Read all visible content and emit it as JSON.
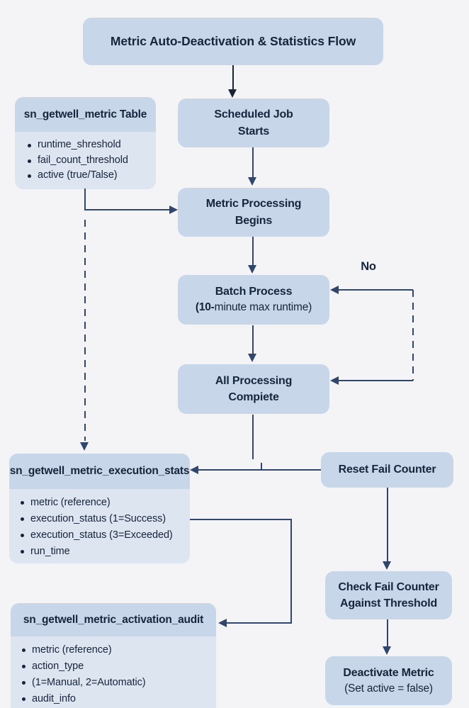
{
  "colors": {
    "background": "#f4f4f6",
    "node_fill": "#c7d7e9",
    "table_body_fill": "#dde5f1",
    "line": "#31466b",
    "dark_arrow": "#1b2433",
    "text": "#16243c"
  },
  "title": "Metric Auto-Deactivation & Statistics Flow",
  "edge_labels": {
    "no": "No"
  },
  "flow_nodes": {
    "scheduled_job": {
      "line1": "Scheduled Job",
      "line2": "Starts"
    },
    "metric_processing": {
      "line1": "Metric Processing",
      "line2": "Begins"
    },
    "batch_process": {
      "line1": "Batch Process",
      "line2_bold": "(10-",
      "line2_rest": "minute max runtime)"
    },
    "all_processing": {
      "line1": "All Processing",
      "line2": "Compiete"
    },
    "reset_fail_counter": {
      "line1": "Reset Fail Counter"
    },
    "check_fail_counter": {
      "line1": "Check Fail Counter",
      "line2": "Against Threshold"
    },
    "deactivate_metric": {
      "line1": "Deactivate Metric",
      "line2": "(Set active = false)"
    }
  },
  "tables": {
    "metric_table": {
      "header": "sn_getwell_metric Table",
      "fields": [
        "runtime_shreshold",
        "fail_count_threshold",
        "active (true/Talse)"
      ]
    },
    "execution_stats": {
      "header": "sn_getwell_metric_execution_stats",
      "fields": [
        "metric (reference)",
        "execution_status (1=Success)",
        "execution_status (3=Exceeded)",
        "run_time"
      ]
    },
    "activation_audit": {
      "header": "sn_getwell_metric_activation_audit",
      "fields": [
        "metric (reference)",
        "action_type",
        "(1=Manual, 2=Automatic)",
        "audit_info"
      ]
    }
  }
}
